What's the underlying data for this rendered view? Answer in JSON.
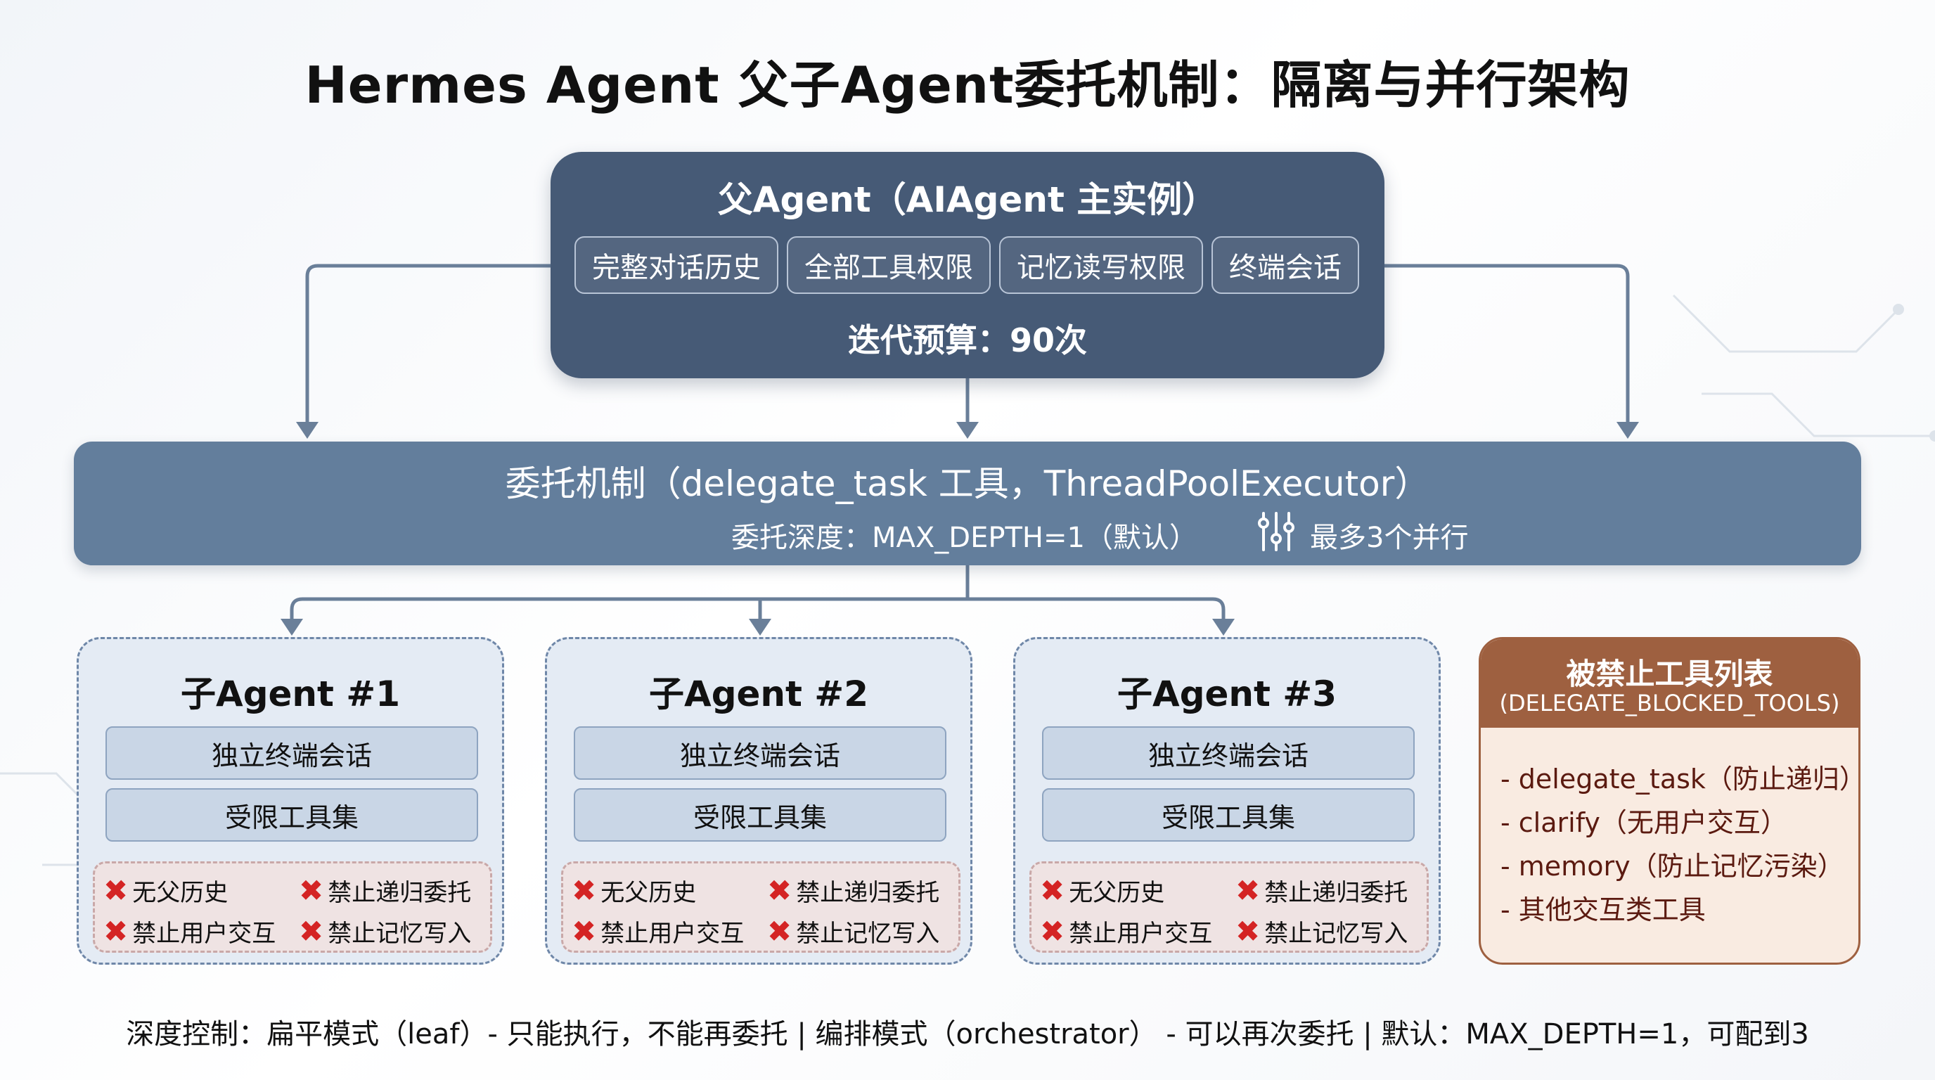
{
  "title": "Hermes Agent 父子Agent委托机制：隔离与并行架构",
  "parent": {
    "title": "父Agent（AIAgent 主实例）",
    "chips": [
      "完整对话历史",
      "全部工具权限",
      "记忆读写权限",
      "终端会话"
    ],
    "iteration": "迭代预算：90次"
  },
  "delegation": {
    "title": "委托机制（delegate_task 工具，ThreadPoolExecutor）",
    "depth": "委托深度：MAX_DEPTH=1（默认）",
    "parallel": "最多3个并行",
    "parallel_icon": "sliders-icon"
  },
  "children": [
    {
      "title": "子Agent #1",
      "rows": [
        "独立终端会话",
        "受限工具集"
      ],
      "restrictions": [
        "无父历史",
        "禁止递归委托",
        "禁止用户交互",
        "禁止记忆写入"
      ]
    },
    {
      "title": "子Agent #2",
      "rows": [
        "独立终端会话",
        "受限工具集"
      ],
      "restrictions": [
        "无父历史",
        "禁止递归委托",
        "禁止用户交互",
        "禁止记忆写入"
      ]
    },
    {
      "title": "子Agent #3",
      "rows": [
        "独立终端会话",
        "受限工具集"
      ],
      "restrictions": [
        "无父历史",
        "禁止递归委托",
        "禁止用户交互",
        "禁止记忆写入"
      ]
    }
  ],
  "blocked": {
    "title": "被禁止工具列表",
    "subtitle": "(DELEGATE_BLOCKED_TOOLS)",
    "items": [
      "- delegate_task（防止递归）",
      "- clarify（无用户交互）",
      "- memory（防止记忆污染）",
      "- 其他交互类工具"
    ]
  },
  "footer": "深度控制：扁平模式（leaf）- 只能执行，不能再委托 | 编排模式（orchestrator） - 可以再次委托 | 默认：MAX_DEPTH=1，可配到3",
  "colors": {
    "parent": "#465a76",
    "delegation": "#637e9c",
    "child_bg": "#e4ebf4",
    "blocked": "#9e6040",
    "cross": "#d42424",
    "arrow": "#6a7f99"
  }
}
